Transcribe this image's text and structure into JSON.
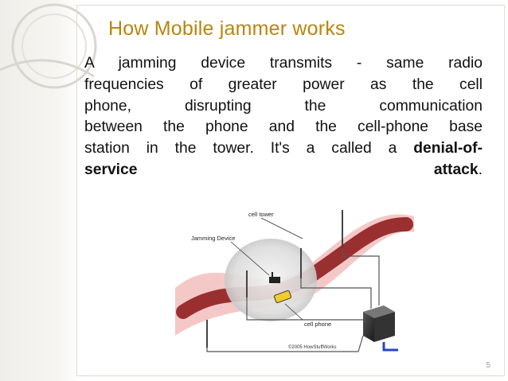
{
  "slide": {
    "title": "How Mobile jammer works",
    "body_lines": [
      "A jamming device transmits - same radio",
      "frequencies of greater power as the cell",
      "phone, disrupting the communication",
      "between the phone and the cell-phone base"
    ],
    "line5_prefix": "station in the tower. It's a called a ",
    "line5_bold": "denial-of-",
    "line6_bold_left": "service",
    "line6_bold_right": "attack",
    "line6_end": ".",
    "page_number": "5"
  },
  "figure": {
    "label_cell_tower": "cell tower",
    "label_jamming_device": "Jamming Device",
    "label_cell_phone": "cell phone",
    "copyright": "©2005 HowStuffWorks",
    "icon": "jammer-diagram"
  },
  "colors": {
    "title": "#b8860b",
    "band": "#9a2f2f",
    "band_glow": "#f2b6b6"
  }
}
